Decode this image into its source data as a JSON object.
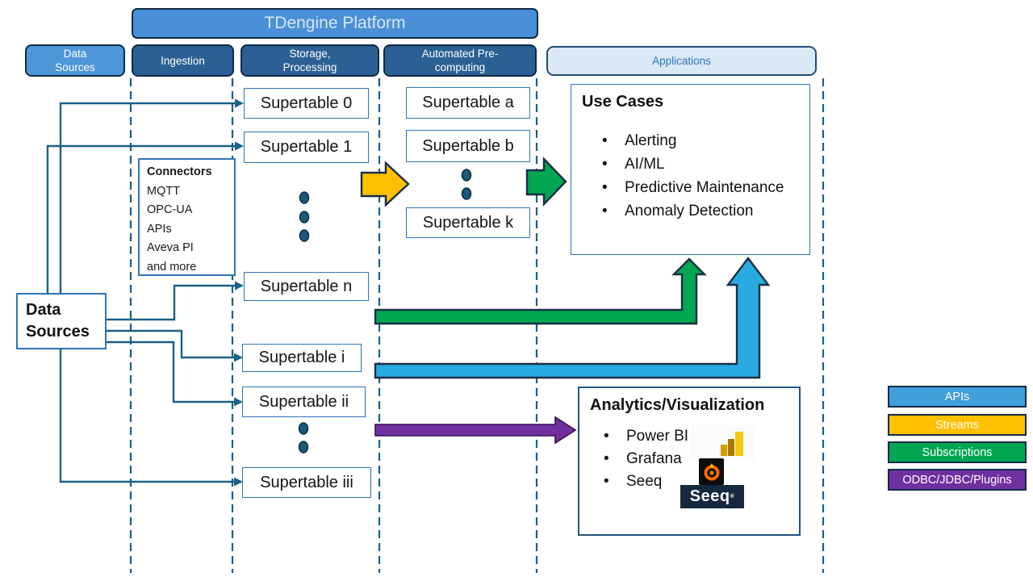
{
  "platform": {
    "title": "TDengine Platform"
  },
  "columns": {
    "data_sources": "Data\nSources",
    "ingestion": "Ingestion",
    "storage": "Storage,\nProcessing",
    "precompute": "Automated Pre-\ncomputing",
    "applications": "Applications"
  },
  "supertables": {
    "storage": [
      "Supertable 0",
      "Supertable 1",
      "Supertable n",
      "Supertable i",
      "Supertable ii",
      "Supertable iii"
    ],
    "precompute": [
      "Supertable a",
      "Supertable b",
      "Supertable k"
    ]
  },
  "connectors": {
    "title": "Connectors",
    "items": [
      "MQTT",
      "OPC-UA",
      "APIs",
      "Aveva PI",
      "and more"
    ]
  },
  "data_sources_box": {
    "label": "Data\nSources"
  },
  "use_cases": {
    "title": "Use Cases",
    "items": [
      "Alerting",
      "AI/ML",
      "Predictive Maintenance",
      "Anomaly Detection"
    ]
  },
  "analytics": {
    "title": "Analytics/Visualization",
    "items": [
      "Power BI",
      "Grafana",
      "Seeq"
    ],
    "seeq_logo_text": "Seeq",
    "seeq_reg_mark": "®"
  },
  "legend": {
    "items": [
      {
        "label": "APIs",
        "color": "#41A0DC"
      },
      {
        "label": "Streams",
        "color": "#FFC000"
      },
      {
        "label": "Subscriptions",
        "color": "#00A651"
      },
      {
        "label": "ODBC/JDBC/Plugins",
        "color": "#7030A0"
      }
    ]
  },
  "colors": {
    "platform_header_fill": "#4A90D8",
    "column_header_fill": "#2B6095",
    "data_sources_header_fill": "#4D97DA",
    "applications_header_fill": "#DBE8F6",
    "applications_header_text": "#2E75B6",
    "box_border_blue": "#2E75B6",
    "dark_outline_navy": "#0E2A44",
    "connector_line_teal": "#1C6085",
    "streams_arrow_orange": "#FFC000",
    "subscriptions_arrow_green": "#00A651",
    "apis_arrow_blue": "#29ABE2",
    "odbc_arrow_purple": "#7030A0"
  }
}
